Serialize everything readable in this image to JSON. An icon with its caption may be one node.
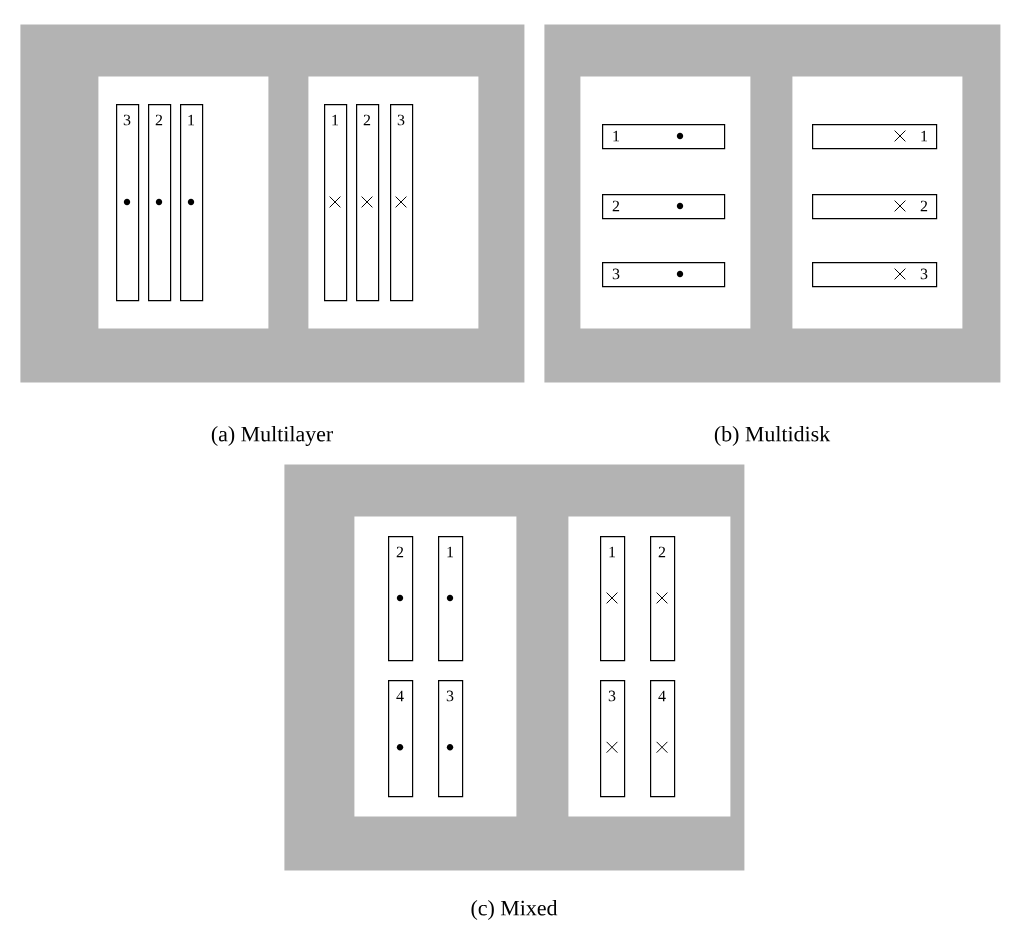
{
  "diagram": {
    "nodes": [
      {
        "text": [],
        "shape": "box",
        "beside": [
          "(a) Multilayer"
        ]
      },
      {
        "text": [],
        "shape": "box",
        "in": 0
      },
      {
        "text": [
          "3"
        ],
        "in": 1
      },
      {
        "text": [
          "2"
        ],
        "in": 1
      },
      {
        "text": [
          "1"
        ],
        "in": 1
      },
      {
        "text": [],
        "shape": "box",
        "in": 0
      },
      {
        "text": [
          "1"
        ],
        "in": 5
      },
      {
        "text": [
          "2"
        ],
        "in": 5
      },
      {
        "text": [
          "3"
        ],
        "in": 5
      },
      {
        "text": [],
        "shape": "box",
        "beside": [
          "(b) Multidisk"
        ]
      },
      {
        "text": [],
        "shape": "box",
        "in": 9
      },
      {
        "text": [
          "1"
        ],
        "in": 10
      },
      {
        "text": [
          "2"
        ],
        "in": 10
      },
      {
        "text": [
          "3"
        ],
        "in": 10
      },
      {
        "text": [],
        "shape": "box",
        "in": 9
      },
      {
        "text": [
          "1"
        ],
        "in": 14
      },
      {
        "text": [
          "2"
        ],
        "in": 14
      },
      {
        "text": [
          "3"
        ],
        "in": 14
      },
      {
        "text": [],
        "shape": "box",
        "beside": [
          "(c) Mixed"
        ]
      },
      {
        "text": [],
        "shape": "box",
        "in": 18
      },
      {
        "text": [
          "2"
        ],
        "in": 19
      },
      {
        "text": [
          "1"
        ],
        "in": 19
      },
      {
        "text": [
          "4"
        ],
        "in": 19
      },
      {
        "text": [
          "3"
        ],
        "in": 19
      },
      {
        "text": [],
        "shape": "box",
        "in": 18
      },
      {
        "text": [
          "1"
        ],
        "in": 24
      },
      {
        "text": [
          "2"
        ],
        "in": 24
      },
      {
        "text": [
          "3"
        ],
        "in": 24
      },
      {
        "text": [
          "4"
        ],
        "in": 24
      }
    ]
  }
}
